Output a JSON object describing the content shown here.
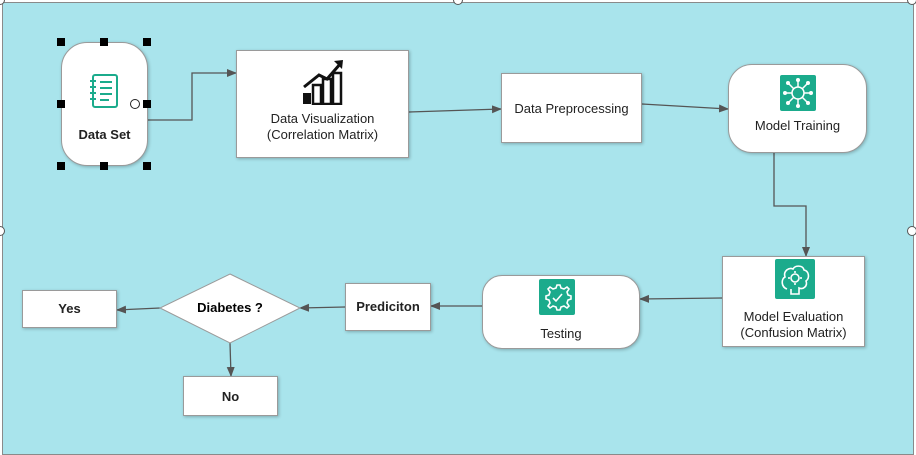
{
  "background_color": "#a9e4ec",
  "accent_color": "#1bab8c",
  "nodes": {
    "dataset": {
      "label": "Data Set",
      "icon": "notebook-icon"
    },
    "visualization": {
      "line1": "Data Visualization",
      "line2": "(Correlation Matrix)",
      "icon": "bar-chart-growth-icon"
    },
    "preprocessing": {
      "label": "Data Preprocessing"
    },
    "training": {
      "label": "Model Training",
      "icon": "neural-network-icon"
    },
    "evaluation": {
      "line1": "Model Evaluation",
      "line2": "(Confusion Matrix)",
      "icon": "brain-gear-icon"
    },
    "testing": {
      "label": "Testing",
      "icon": "gear-check-icon"
    },
    "prediction": {
      "label": "Prediciton"
    },
    "decision": {
      "label": "Diabetes ?"
    },
    "yes": {
      "label": "Yes"
    },
    "no": {
      "label": "No"
    }
  }
}
